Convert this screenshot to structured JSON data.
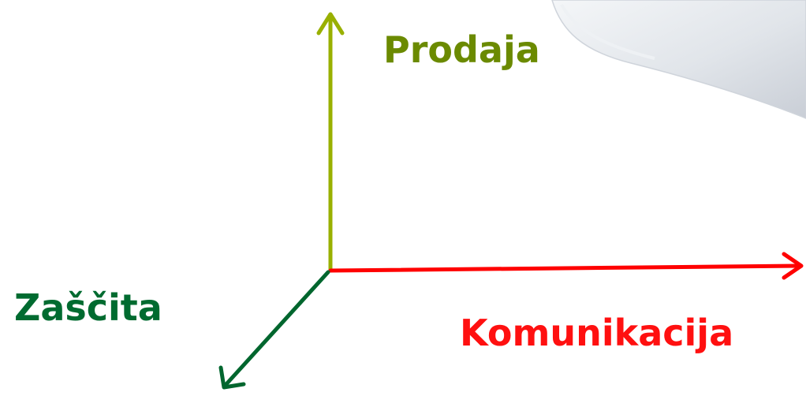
{
  "labels": {
    "up": "Prodaja",
    "right": "Komunikacija",
    "diagonal": "Zaščita"
  },
  "colors": {
    "up_axis": "#99b000",
    "up_label": "#6b8a00",
    "right_axis": "#ff0000",
    "right_label": "#ff1010",
    "diagonal_axis": "#00662e",
    "diagonal_label": "#006b30",
    "decoration": "#d8dde4"
  }
}
